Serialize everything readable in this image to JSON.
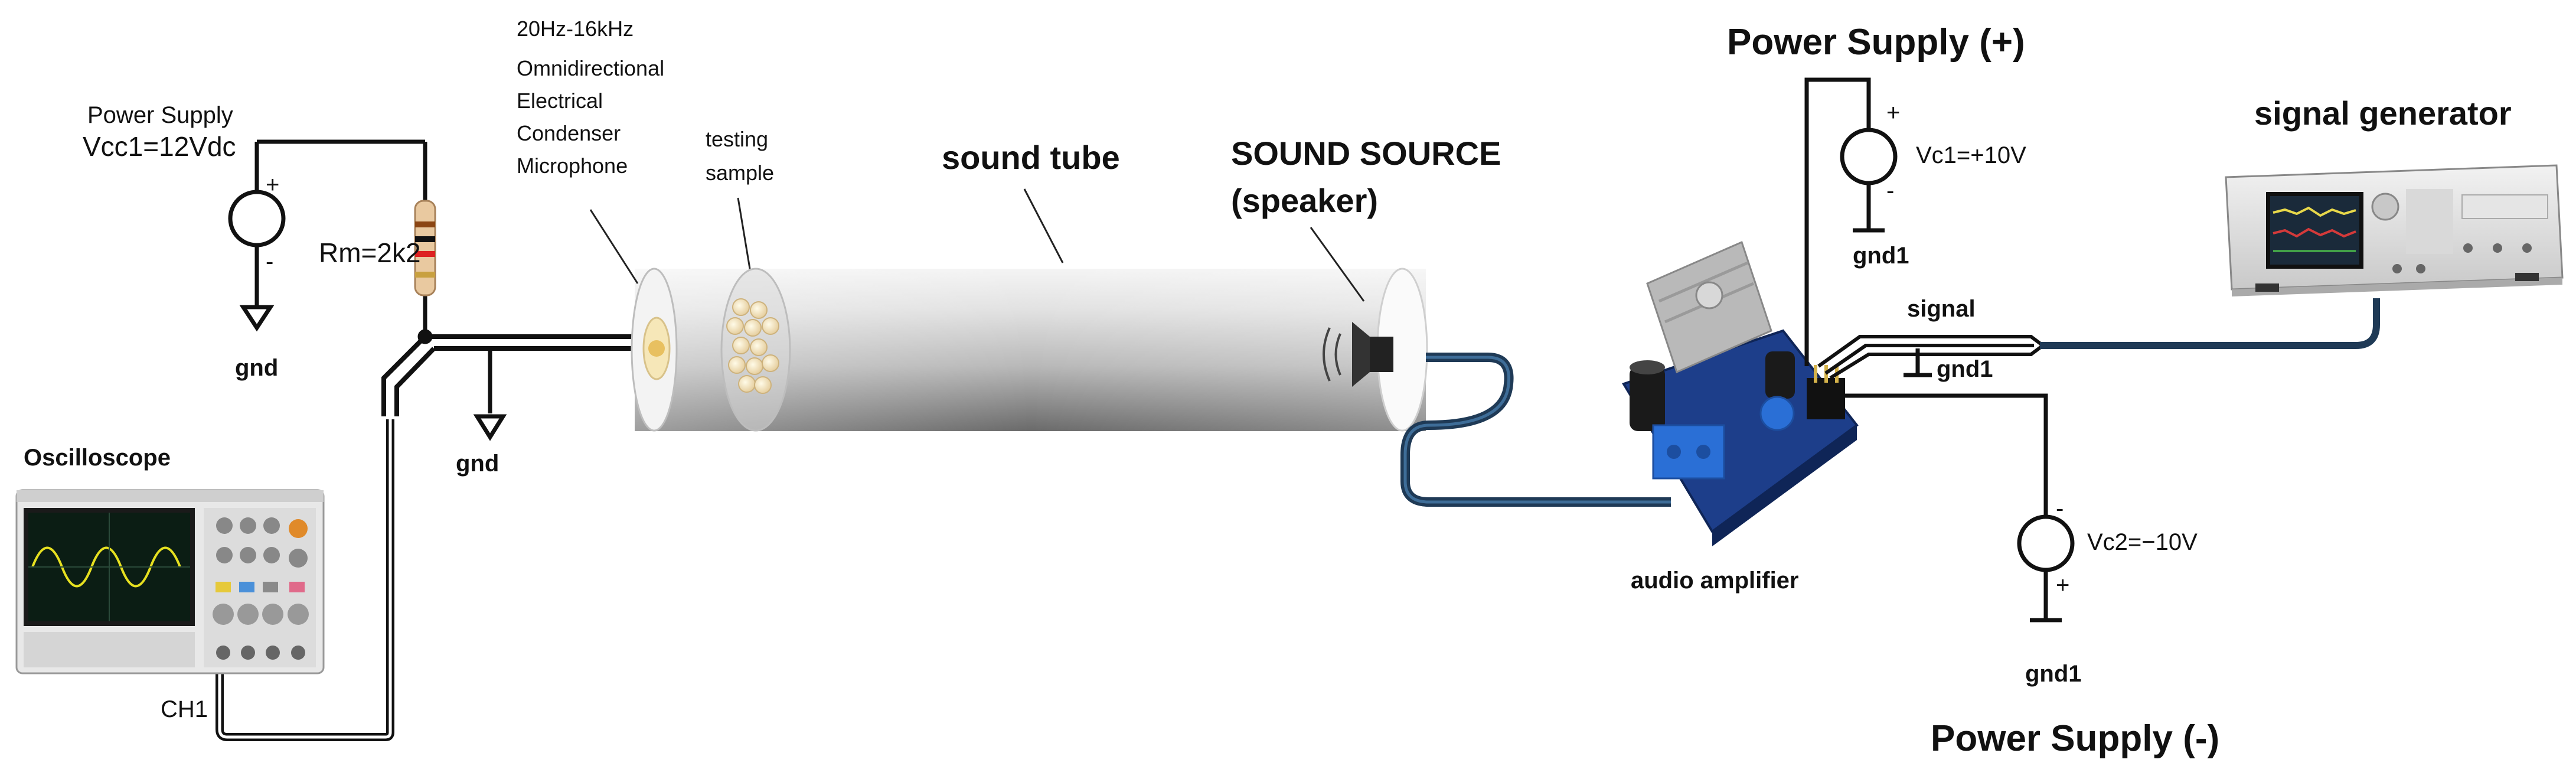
{
  "labels": {
    "mic_spec": [
      "20Hz-16kHz",
      "Omnidirectional",
      "Electrical",
      "Condenser",
      "Microphone"
    ],
    "testing_sample": [
      "testing",
      "sample"
    ],
    "sound_tube": "sound tube",
    "sound_source": [
      "SOUND SOURCE",
      "(speaker)"
    ],
    "power_supply_left": "Power Supply",
    "vcc1": "Vcc1=12Vdc",
    "rm": "Rm=2k2",
    "gnd": "gnd",
    "oscilloscope": "Oscilloscope",
    "ch1": "CH1",
    "power_supply_plus": "Power Supply (+)",
    "vc1": "Vc1=+10V",
    "gnd1": "gnd1",
    "signal": "signal",
    "signal_generator": "signal generator",
    "audio_amplifier": "audio amplifier",
    "vc2": "Vc2=−10V",
    "power_supply_minus": "Power Supply (-)",
    "plus": "+",
    "minus": "-"
  },
  "icons": [
    "power-source-icon",
    "resistor-icon",
    "ground-icon",
    "oscilloscope-icon",
    "microphone-icon",
    "speaker-icon",
    "amplifier-board-icon",
    "signal-generator-icon"
  ]
}
